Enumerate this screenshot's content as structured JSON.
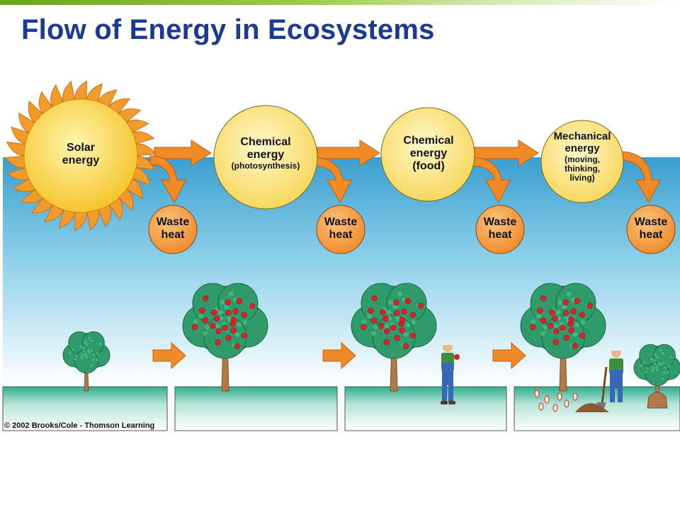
{
  "title": "Flow of Energy in Ecosystems",
  "stages": [
    {
      "line1": "Solar",
      "line2": "energy",
      "sub": ""
    },
    {
      "line1": "Chemical",
      "line2": "energy",
      "sub": "(photosynthesis)"
    },
    {
      "line1": "Chemical",
      "line2": "energy",
      "sub": "(food)"
    },
    {
      "line1": "Mechanical",
      "line2": "energy",
      "sub": "(moving,",
      "sub2": "thinking,",
      "sub3": "living)"
    }
  ],
  "waste": [
    {
      "line1": "Waste",
      "line2": "heat"
    },
    {
      "line1": "Waste",
      "line2": "heat"
    },
    {
      "line1": "Waste",
      "line2": "heat"
    },
    {
      "line1": "Waste",
      "line2": "heat"
    }
  ],
  "copyright": "© 2002 Brooks/Cole - Thomson Learning",
  "colors": {
    "title": "#1a3a94",
    "sky": "#3a9fcf",
    "orange": "#f08a24",
    "sun": "#f7d24a",
    "ground": "#2fae90"
  }
}
